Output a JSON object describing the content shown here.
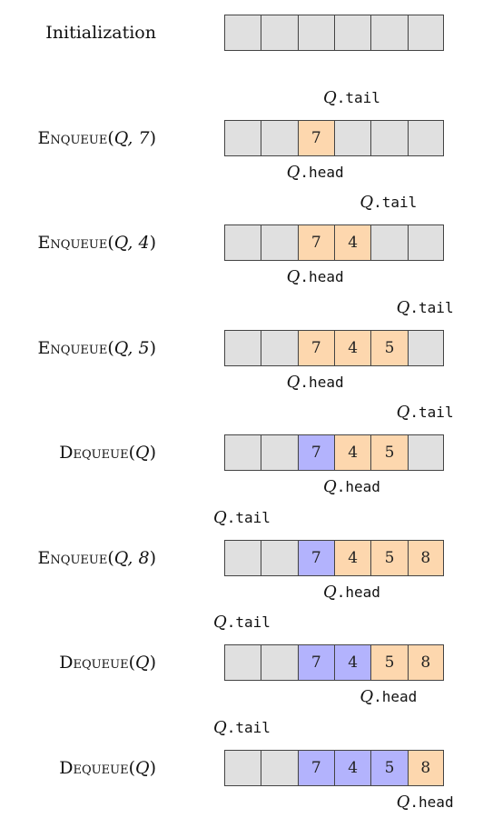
{
  "colors": {
    "empty": "#e0e0e0",
    "queued": "#fdd7ae",
    "dequeued": "#b3b3fd",
    "border": "#444444"
  },
  "pointer_names": {
    "q": "Q",
    "tail": ".tail",
    "head": ".head"
  },
  "steps": [
    {
      "op": "Initialization",
      "cells": [
        {
          "value": "",
          "state": "empty"
        },
        {
          "value": "",
          "state": "empty"
        },
        {
          "value": "",
          "state": "empty"
        },
        {
          "value": "",
          "state": "empty"
        },
        {
          "value": "",
          "state": "empty"
        },
        {
          "value": "",
          "state": "empty"
        }
      ]
    },
    {
      "op_name": "Enqueue",
      "op_args": "Q, 7",
      "tail": 3,
      "head": 2,
      "cells": [
        {
          "value": "",
          "state": "empty"
        },
        {
          "value": "",
          "state": "empty"
        },
        {
          "value": "7",
          "state": "queued"
        },
        {
          "value": "",
          "state": "empty"
        },
        {
          "value": "",
          "state": "empty"
        },
        {
          "value": "",
          "state": "empty"
        }
      ]
    },
    {
      "op_name": "Enqueue",
      "op_args": "Q, 4",
      "tail": 4,
      "head": 2,
      "cells": [
        {
          "value": "",
          "state": "empty"
        },
        {
          "value": "",
          "state": "empty"
        },
        {
          "value": "7",
          "state": "queued"
        },
        {
          "value": "4",
          "state": "queued"
        },
        {
          "value": "",
          "state": "empty"
        },
        {
          "value": "",
          "state": "empty"
        }
      ]
    },
    {
      "op_name": "Enqueue",
      "op_args": "Q, 5",
      "tail": 5,
      "head": 2,
      "cells": [
        {
          "value": "",
          "state": "empty"
        },
        {
          "value": "",
          "state": "empty"
        },
        {
          "value": "7",
          "state": "queued"
        },
        {
          "value": "4",
          "state": "queued"
        },
        {
          "value": "5",
          "state": "queued"
        },
        {
          "value": "",
          "state": "empty"
        }
      ]
    },
    {
      "op_name": "Dequeue",
      "op_args": "Q",
      "tail": 5,
      "head": 3,
      "cells": [
        {
          "value": "",
          "state": "empty"
        },
        {
          "value": "",
          "state": "empty"
        },
        {
          "value": "7",
          "state": "dequeued"
        },
        {
          "value": "4",
          "state": "queued"
        },
        {
          "value": "5",
          "state": "queued"
        },
        {
          "value": "",
          "state": "empty"
        }
      ]
    },
    {
      "op_name": "Enqueue",
      "op_args": "Q, 8",
      "tail": 0,
      "head": 3,
      "cells": [
        {
          "value": "",
          "state": "empty"
        },
        {
          "value": "",
          "state": "empty"
        },
        {
          "value": "7",
          "state": "dequeued"
        },
        {
          "value": "4",
          "state": "queued"
        },
        {
          "value": "5",
          "state": "queued"
        },
        {
          "value": "8",
          "state": "queued"
        }
      ]
    },
    {
      "op_name": "Dequeue",
      "op_args": "Q",
      "tail": 0,
      "head": 4,
      "cells": [
        {
          "value": "",
          "state": "empty"
        },
        {
          "value": "",
          "state": "empty"
        },
        {
          "value": "7",
          "state": "dequeued"
        },
        {
          "value": "4",
          "state": "dequeued"
        },
        {
          "value": "5",
          "state": "queued"
        },
        {
          "value": "8",
          "state": "queued"
        }
      ]
    },
    {
      "op_name": "Dequeue",
      "op_args": "Q",
      "tail": 0,
      "head": 5,
      "cells": [
        {
          "value": "",
          "state": "empty"
        },
        {
          "value": "",
          "state": "empty"
        },
        {
          "value": "7",
          "state": "dequeued"
        },
        {
          "value": "4",
          "state": "dequeued"
        },
        {
          "value": "5",
          "state": "dequeued"
        },
        {
          "value": "8",
          "state": "queued"
        }
      ]
    }
  ]
}
